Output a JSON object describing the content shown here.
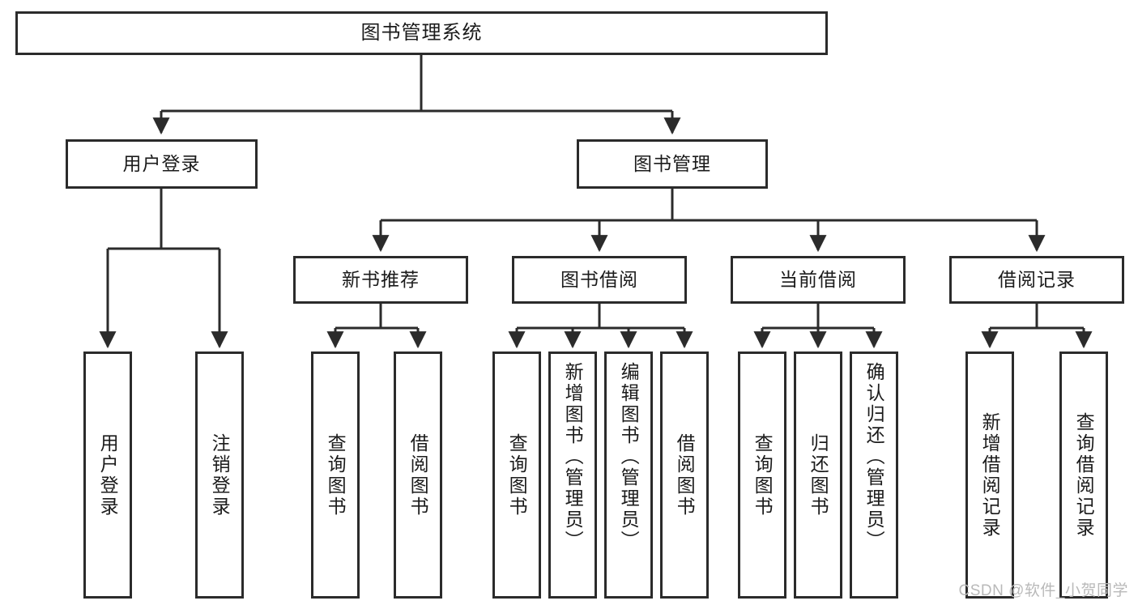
{
  "diagram": {
    "title": "图书管理系统",
    "type": "tree-hierarchy-chart",
    "root": {
      "label": "图书管理系统"
    },
    "level2": [
      {
        "label": "用户登录"
      },
      {
        "label": "图书管理"
      }
    ],
    "level3": [
      {
        "label": "新书推荐"
      },
      {
        "label": "图书借阅"
      },
      {
        "label": "当前借阅"
      },
      {
        "label": "借阅记录"
      }
    ],
    "leaves": {
      "user_login": [
        {
          "label": "用户登录"
        },
        {
          "label": "注销登录"
        }
      ],
      "new_book_recommend": [
        {
          "label": "查询图书"
        },
        {
          "label": "借阅图书"
        }
      ],
      "book_borrow": [
        {
          "label": "查询图书"
        },
        {
          "label": "新增图书（管理员）"
        },
        {
          "label": "编辑图书（管理员）"
        },
        {
          "label": "借阅图书"
        }
      ],
      "current_borrow": [
        {
          "label": "查询图书"
        },
        {
          "label": "归还图书"
        },
        {
          "label": "确认归还（管理员）"
        }
      ],
      "borrow_record": [
        {
          "label": "新增借阅记录"
        },
        {
          "label": "查询借阅记录"
        }
      ]
    }
  },
  "watermark": {
    "text": "CSDN @软件_小贺同学"
  },
  "colors": {
    "background": "#ffffff",
    "box_border": "#2b2b2b",
    "text": "#1b1b1b",
    "connector": "#2b2b2b",
    "watermark": "#b9b9b9"
  }
}
